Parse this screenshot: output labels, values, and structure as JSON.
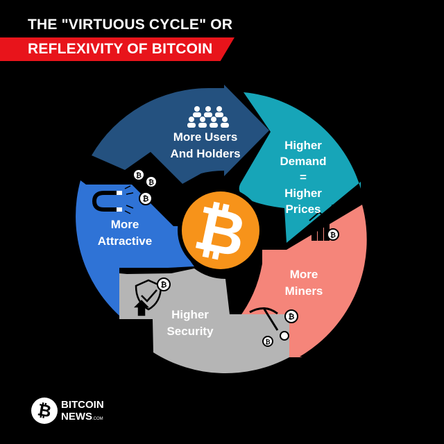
{
  "title": {
    "line1": "THE \"VIRTUOUS CYCLE\" OR",
    "line2": "REFLEXIVITY OF BITCOIN"
  },
  "colors": {
    "background": "#000000",
    "title_band": "#e8141b",
    "users": "#24517f",
    "demand": "#17a5b8",
    "miners": "#f5857a",
    "security": "#b5b5b5",
    "attractive": "#2f73d6",
    "center": "#f7931a"
  },
  "segments": [
    {
      "id": "users",
      "lines": [
        "More Users",
        "And Holders"
      ],
      "icon": "people-group-icon"
    },
    {
      "id": "demand",
      "lines": [
        "Higher",
        "Demand",
        "=",
        "Higher",
        "Prices"
      ],
      "icon": "rising-chart-icon"
    },
    {
      "id": "miners",
      "lines": [
        "More",
        "Miners"
      ],
      "icon": "pickaxe-mining-icon"
    },
    {
      "id": "security",
      "lines": [
        "Higher",
        "Security"
      ],
      "icon": "shield-icon"
    },
    {
      "id": "attractive",
      "lines": [
        "More",
        "Attractive"
      ],
      "icon": "magnet-icon"
    }
  ],
  "center": {
    "glyph": "₿",
    "icon": "bitcoin-logo-icon"
  },
  "brand": {
    "line1": "BITCOIN",
    "line2": "NEWS",
    "suffix": ".COM"
  }
}
